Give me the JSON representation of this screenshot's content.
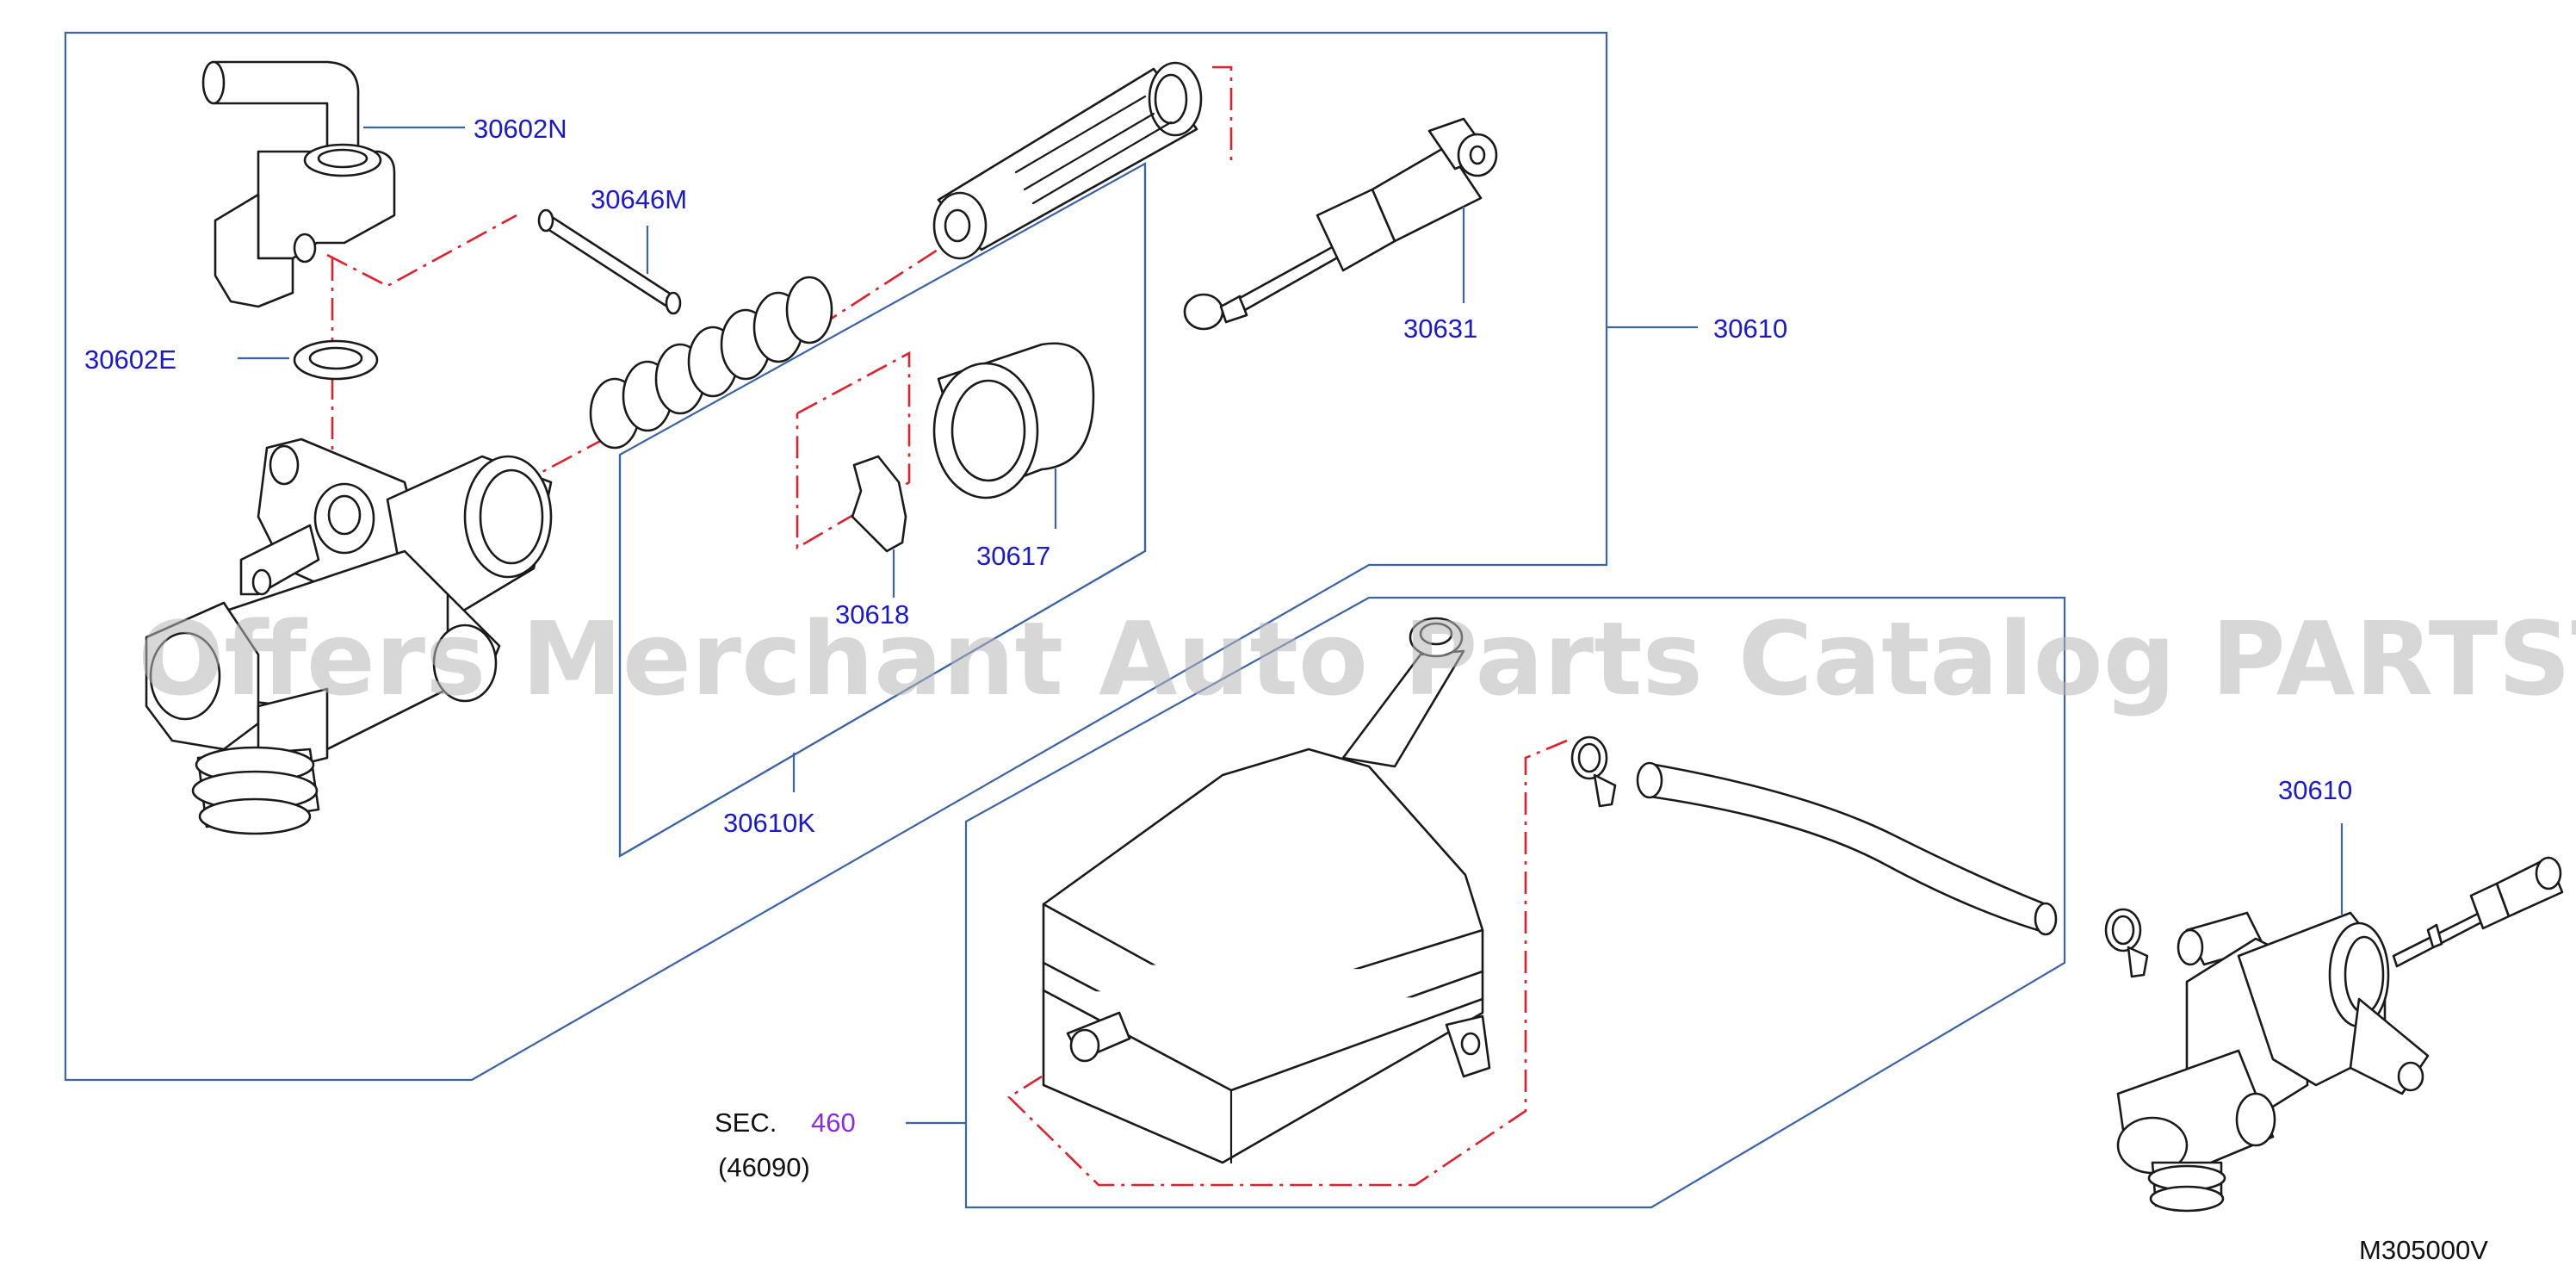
{
  "labels": {
    "p30602N": "30602N",
    "p30646M": "30646M",
    "p30602E": "30602E",
    "p30631": "30631",
    "p30610_main": "30610",
    "p30617": "30617",
    "p30618": "30618",
    "p30610K": "30610K",
    "p30610_assy": "30610",
    "sec_prefix": "SEC.",
    "sec_number": "460",
    "sec_sub": "(46090)",
    "diagram_code": "M305000V"
  },
  "watermark": "Offers Merchant Auto Parts Catalog PARTSTORE.SA",
  "colors": {
    "part_label": "#1a1acc",
    "leader_line": "#3b63a8",
    "centerline": "#e0202a",
    "sec_link": "#8a2be2"
  }
}
